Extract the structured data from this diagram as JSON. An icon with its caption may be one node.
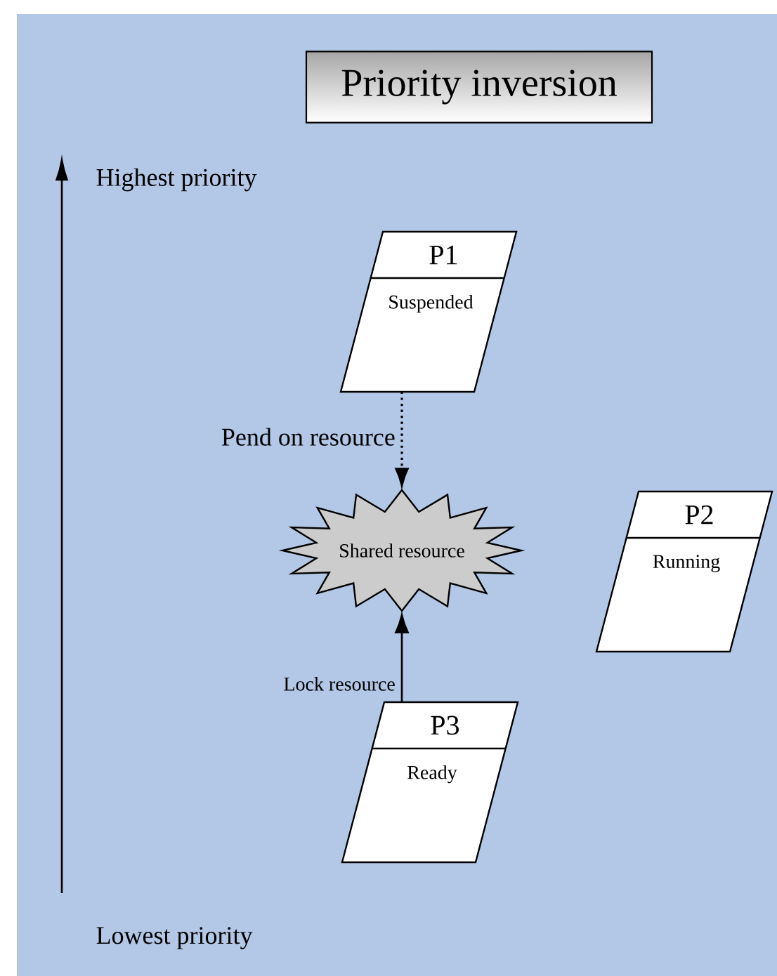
{
  "diagram": {
    "title": "Priority inversion",
    "nodes": [
      {
        "text": [
          "P1",
          "Suspended"
        ]
      },
      {
        "text": [
          "Shared resource"
        ]
      },
      {
        "text": [
          "P2",
          "Running"
        ]
      },
      {
        "text": [
          "P3",
          "Ready"
        ]
      }
    ],
    "edges": [
      {
        "from": 0,
        "to": 1,
        "arrow": "to",
        "style": "dashed",
        "label": "Pend on resource"
      },
      {
        "from": 3,
        "to": 1,
        "arrow": "to",
        "label": "Lock resource"
      }
    ],
    "labels": [
      "Highest priority",
      "Lowest priority"
    ]
  }
}
